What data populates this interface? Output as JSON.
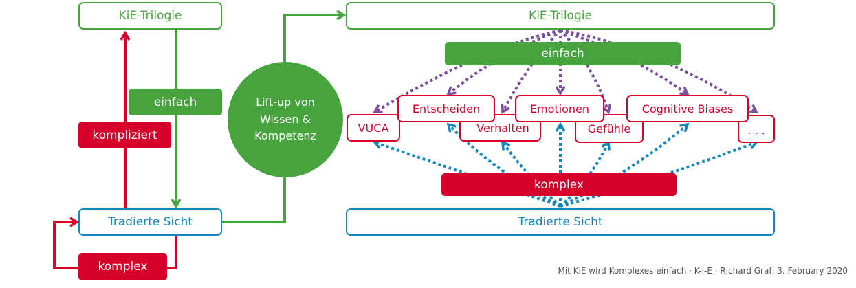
{
  "left": {
    "top_box": "KiE-Trilogie",
    "bottom_box": "Tradierte Sicht",
    "einfach_label": "einfach",
    "kompliziert_label": "kompliziert",
    "komplex_label": "komplex"
  },
  "center": {
    "circle_lines": [
      "Lift-up von",
      "Wissen &",
      "Kompetenz"
    ]
  },
  "right": {
    "top_box": "KiE-Trilogie",
    "einfach_bar": "einfach",
    "komplex_bar": "komplex",
    "bottom_box": "Tradierte Sicht",
    "topics": [
      "VUCA",
      "Entscheiden",
      "Verhalten",
      "Emotionen",
      "Gefühle",
      "Cognitive Biases",
      ". . ."
    ]
  },
  "colors": {
    "green": "#46a33e",
    "red": "#d6002a",
    "blue": "#1288bd",
    "purple": "#7b4f9d"
  },
  "footer": "Mit KiE wird Komplexes einfach · K-i-E · Richard Graf, 3. February 2020"
}
